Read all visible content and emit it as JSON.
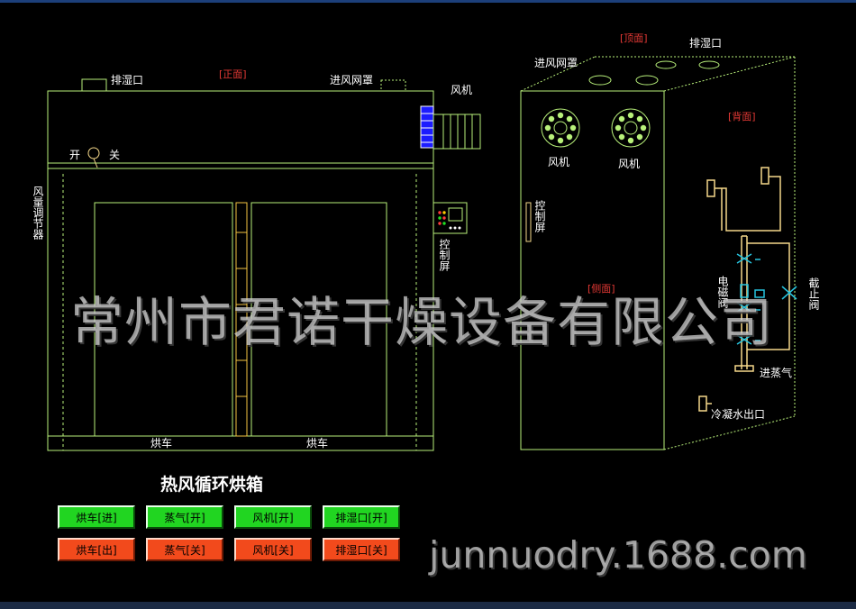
{
  "labels": {
    "front_view": "[正面]",
    "top_view": "[顶面]",
    "back_view": "[背面]",
    "side_view": "[侧面]",
    "exhaust_front": "排湿口",
    "intake_front": "进风网罩",
    "fan_front": "风机",
    "switch_on": "开",
    "switch_off": "关",
    "damper": "风量调节器",
    "control_screen_front": "控制屏",
    "cart_left": "烘车",
    "cart_right": "烘车",
    "intake_side": "进风网罩",
    "exhaust_side": "排湿口",
    "fan_1": "风机",
    "fan_2": "风机",
    "control_screen_side": "控制屏",
    "solenoid_valve": "电磁阀",
    "stop_valve": "截止阀",
    "steam_in": "进蒸气",
    "condensate_out": "冷凝水出口"
  },
  "title": "热风循环烘箱",
  "buttons_top": [
    {
      "label": "烘车[进]"
    },
    {
      "label": "蒸气[开]"
    },
    {
      "label": "风机[开]"
    },
    {
      "label": "排湿口[开]"
    }
  ],
  "buttons_bottom": [
    {
      "label": "烘车[出]"
    },
    {
      "label": "蒸气[关]"
    },
    {
      "label": "风机[关]"
    },
    {
      "label": "排湿口[关]"
    }
  ],
  "watermark": {
    "company": "常州市君诺干燥设备有限公司",
    "url": "junnuodry.1688.com"
  },
  "colors": {
    "outline": "#b8f07a",
    "button_on": "#21d521",
    "button_off": "#f24a1c",
    "view_label": "#e53935",
    "pipe": "#f5d88a",
    "valve": "#27c5e0"
  }
}
